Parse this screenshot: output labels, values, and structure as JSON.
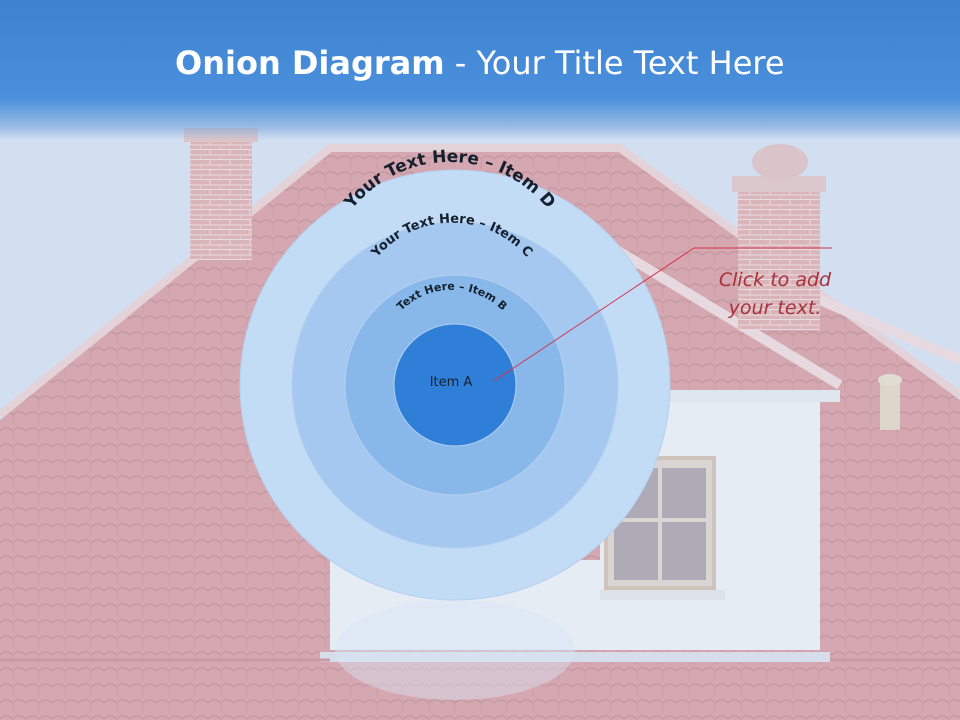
{
  "title": {
    "bold": "Onion Diagram",
    "rest": " - Your Title Text Here"
  },
  "diagram": {
    "rings": [
      {
        "label": "Your Text Here – Item D",
        "color": "#c3dcf5"
      },
      {
        "label": "Your Text Here – Item C",
        "color": "#a4c8ef"
      },
      {
        "label": "Text Here – Item B",
        "color": "#88b8ea"
      },
      {
        "label": "Item A",
        "color": "#2f7fd8"
      }
    ],
    "callout": "Click  to add your text.",
    "callout_color": "#a8323a",
    "line_color": "#d8334a"
  },
  "colors": {
    "title_bar": "#3e82cf",
    "roof": "#c8666a",
    "sky": "#c9d9ee"
  }
}
